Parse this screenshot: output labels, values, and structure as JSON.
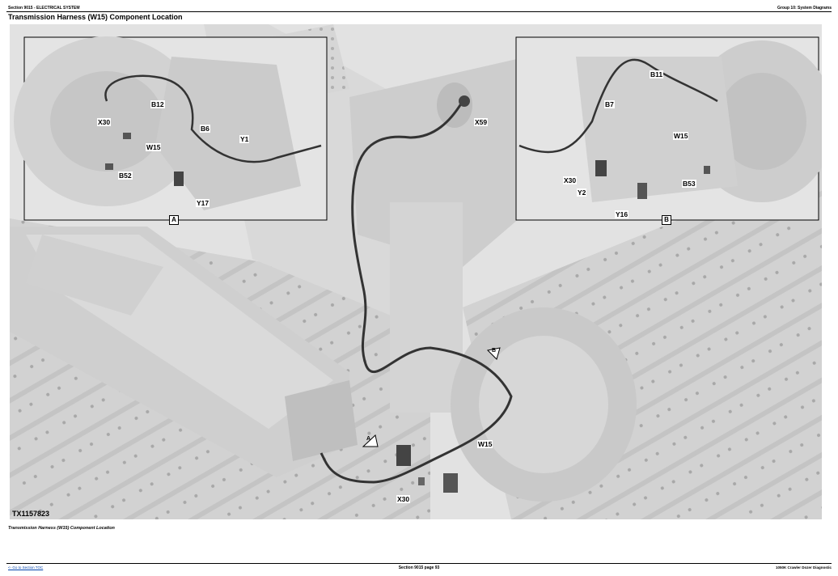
{
  "header": {
    "left": "Section 9015 - ELECTRICAL SYSTEM",
    "right": "Group 10: System Diagrams"
  },
  "page_title": "Transmission Harness (W15) Component Location",
  "figure": {
    "id": "TX1157823",
    "caption": "Transmission Harness (W15) Component Location",
    "main_labels": {
      "x59": "X59",
      "w15": "W15",
      "x30": "X30",
      "callout_a": "A",
      "callout_b": "B"
    },
    "detail_a": {
      "tag": "A",
      "labels": [
        "B12",
        "X30",
        "B6",
        "W15",
        "Y1",
        "B52",
        "Y17"
      ]
    },
    "detail_b": {
      "tag": "B",
      "labels": [
        "B11",
        "B7",
        "W15",
        "X30",
        "Y2",
        "B53",
        "Y16"
      ]
    }
  },
  "footer": {
    "link": "<- Go to Section TOC",
    "center": "Section 9015 page 93",
    "right": "1050K Crawler Dozer Diagnostic"
  }
}
